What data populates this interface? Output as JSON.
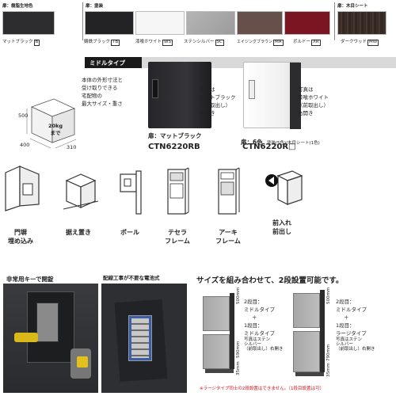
{
  "groups": {
    "resin": "扉：樹脂生地色",
    "paint": "扉：塗装",
    "wood": "扉：木目シート"
  },
  "colors": [
    {
      "name": "マットブラック",
      "code": "B",
      "hex": "#2d2d30"
    },
    {
      "name": "鋳鉄ブラック",
      "code": "TB",
      "hex": "#232326",
      "ruby": "ちゅうてつ"
    },
    {
      "name": "漆喰ホワイト",
      "code": "WS",
      "hex": "#f6f6f6",
      "ruby": "しっくい"
    },
    {
      "name": "ステンシルバー",
      "code": "SC",
      "hex": "#a9a9a9"
    },
    {
      "name": "エイジングブラウン",
      "code": "MA",
      "hex": "#67504b"
    },
    {
      "name": "ボルドー",
      "code": "XR",
      "hex": "#7a1522"
    },
    {
      "name": "ダークウッド",
      "code": "MW",
      "hex": "#3a2d27"
    }
  ],
  "middle": {
    "band_title": "ミドルタイプ",
    "desc": [
      "本体の外形寸法と",
      "受け取りできる",
      "宅配物の",
      "最大サイズ・重さ"
    ],
    "desc_ruby": "さい",
    "box_weight": [
      "20kg",
      "まで"
    ],
    "dims": {
      "h": "500",
      "d": "400",
      "w": "310"
    },
    "left_product": {
      "note": [
        "写真は",
        "マットブラック",
        "（前取出し）",
        "右開き"
      ],
      "door_label": "扉：マットブラック",
      "model": "CTN6220RB"
    },
    "right_product": {
      "note": [
        "写真は",
        "漆喰ホワイト",
        "（前取出し）",
        "右開き"
      ],
      "door_label": "扉：6色",
      "door_sub": "塗装(5色)/木目シート(1色)",
      "model": "CTN6220R□"
    }
  },
  "install": [
    {
      "label": [
        "門塀",
        "埋め込み"
      ],
      "icon": "wall-embed-icon"
    },
    {
      "label": [
        "据え置き"
      ],
      "icon": "floor-stand-icon"
    },
    {
      "label": [
        "ポール"
      ],
      "icon": "pole-icon"
    },
    {
      "label": [
        "テセラ",
        "フレーム"
      ],
      "icon": "tessera-frame-icon"
    },
    {
      "label": [
        "アーキ",
        "フレーム"
      ],
      "icon": "arch-frame-icon"
    },
    {
      "label": [
        "前入れ",
        "前出し"
      ],
      "icon": "front-in-out-icon"
    }
  ],
  "photos": {
    "key_title": "非常用キーで開錠",
    "battery_title": "配線工事が不要な電池式"
  },
  "stack": {
    "title": "サイズを組み合わせて、2段設置可能です。",
    "left": {
      "lines": [
        "2段目：",
        "ミドルタイプ",
        "＋",
        "1段目：",
        "ミドルタイプ",
        "写真はステン",
        "シルバー",
        "（前取出し）右開き"
      ],
      "dim_top": "500mm",
      "dim_total": "590mm",
      "dim_base": "35mm"
    },
    "right": {
      "lines": [
        "2段目：",
        "ミドルタイプ",
        "＋",
        "1段目：",
        "ラージタイプ",
        "写真はステン",
        "シルバー",
        "（前取出し）右開き"
      ],
      "dim_top": "500mm",
      "dim_total": "790mm",
      "dim_base": "35mm"
    }
  },
  "footnote": "※ラージタイプ同士の2段設置はできません。（1段目設置は可）"
}
